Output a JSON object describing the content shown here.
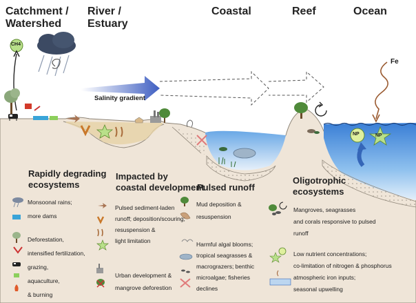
{
  "zones": {
    "catchment": "Catchment /",
    "watershed": "Watershed",
    "river": "River /",
    "estuary": "Estuary",
    "coastal": "Coastal",
    "reef": "Reef",
    "ocean": "Ocean"
  },
  "labels": {
    "salinity": "Salinity gradient",
    "ch4": "CH4",
    "fe": "Fe",
    "np": "NP"
  },
  "sections": {
    "catchment": {
      "heading": [
        "Rapidly degrading",
        "ecosystems"
      ],
      "items": [
        {
          "icon": "rain-cloud-icon",
          "lines": [
            "Monsoonal rains;",
            "more dams"
          ]
        },
        {
          "icon": "tree-icon",
          "lines": [
            "Deforestation,",
            "intensified fertilization,",
            "grazing,",
            "aquaculture,",
            "& burning"
          ]
        }
      ]
    },
    "estuary": {
      "heading": [
        "Impacted by",
        "coastal development"
      ],
      "items": [
        {
          "icon": "sediment-arrow-icon",
          "lines": [
            "Pulsed sediment-laden",
            "runoff; deposition/scouring;",
            "resuspension &",
            "light limitation"
          ]
        },
        {
          "icon": "factory-icon",
          "lines": [
            "Urban development &",
            "mangrove deforestion"
          ]
        }
      ]
    },
    "coastal": {
      "heading": [
        "Pulsed runoff"
      ],
      "items": [
        {
          "icon": "mangrove-icon",
          "lines": [
            "Mud deposition &",
            "resuspension"
          ]
        },
        {
          "icon": "algae-icon",
          "lines": [
            "Harmful algal blooms;",
            "tropical seagrasses &",
            "macrograzers; benthic",
            "microalgae; fisheries",
            "declines"
          ]
        }
      ]
    },
    "reef": {
      "heading": [
        "Oligotrophic",
        "ecosystems"
      ],
      "items": [
        {
          "icon": "coral-icon",
          "lines": [
            "Mangroves, seagrasses",
            "and corals responsive to pulsed",
            "runoff"
          ]
        },
        {
          "icon": "nutrient-icon",
          "lines": [
            "Low nutrient concentrations;",
            "co-limitation of nitrogen & phosphorus",
            "atmospheric iron inputs;",
            "seasonal upwelling"
          ]
        }
      ]
    }
  },
  "colors": {
    "ground": "#efe5d8",
    "sea_deep": "#3a7fd6",
    "sea_light": "#cfe2f6",
    "arrow": "#3f5fc2",
    "leaf": "#4f8a3a",
    "text": "#222222"
  }
}
